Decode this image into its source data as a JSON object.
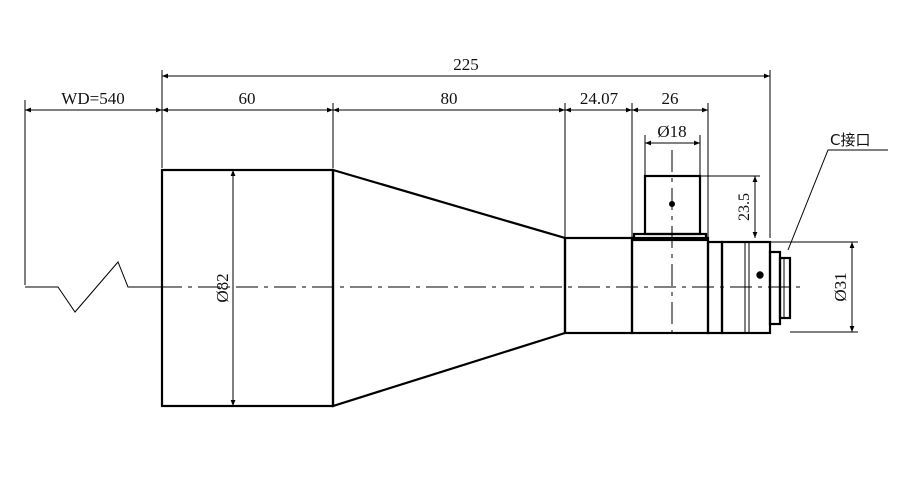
{
  "drawing": {
    "dimensions": {
      "wd": "WD=540",
      "total_length": "225",
      "front_barrel": "60",
      "taper": "80",
      "mid_section": "24.07",
      "rear_section": "26",
      "port_diameter": "Ø18",
      "port_height": "23.5",
      "front_diameter": "Ø82",
      "mount_diameter": "Ø31"
    },
    "labels": {
      "mount": "C接口"
    }
  }
}
